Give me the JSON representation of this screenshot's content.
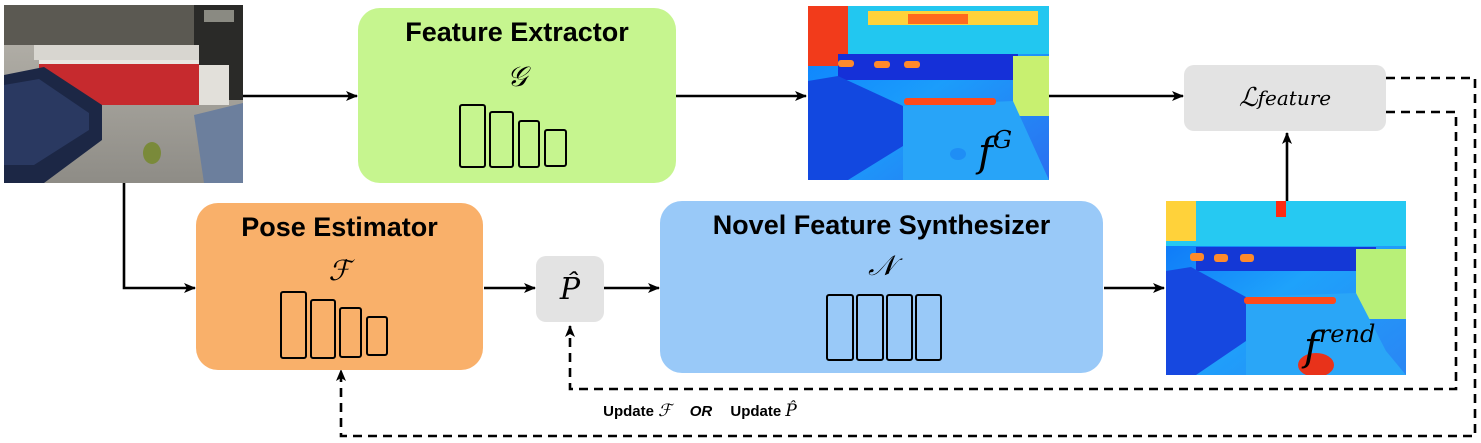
{
  "nodes": {
    "feature_extractor": {
      "title": "Feature Extractor",
      "symbol": "𝒢",
      "color": "#c6f58f"
    },
    "pose_estimator": {
      "title": "Pose Estimator",
      "symbol": "ℱ",
      "color": "#f9b06a"
    },
    "novel_feature_synthesizer": {
      "title": "Novel Feature Synthesizer",
      "symbol": "𝒩",
      "color": "#99c9f8"
    },
    "pose_hat": {
      "symbol": "P̂",
      "color": "#e3e3e3"
    },
    "loss_feature": {
      "symbol": "ℒ",
      "subscript": "feature",
      "color": "#e3e3e3"
    }
  },
  "feature_maps": {
    "extracted": {
      "label": "f",
      "superscript": "G"
    },
    "rendered": {
      "label": "f",
      "superscript": "rend"
    }
  },
  "caption": {
    "update_label_1": "Update",
    "symbol_1": "ℱ",
    "or_label": "OR",
    "update_label_2": "Update",
    "symbol_2": "P̂"
  },
  "icons": {
    "input_image": "room-photo-icon",
    "feature_map": "heatmap-icon"
  }
}
